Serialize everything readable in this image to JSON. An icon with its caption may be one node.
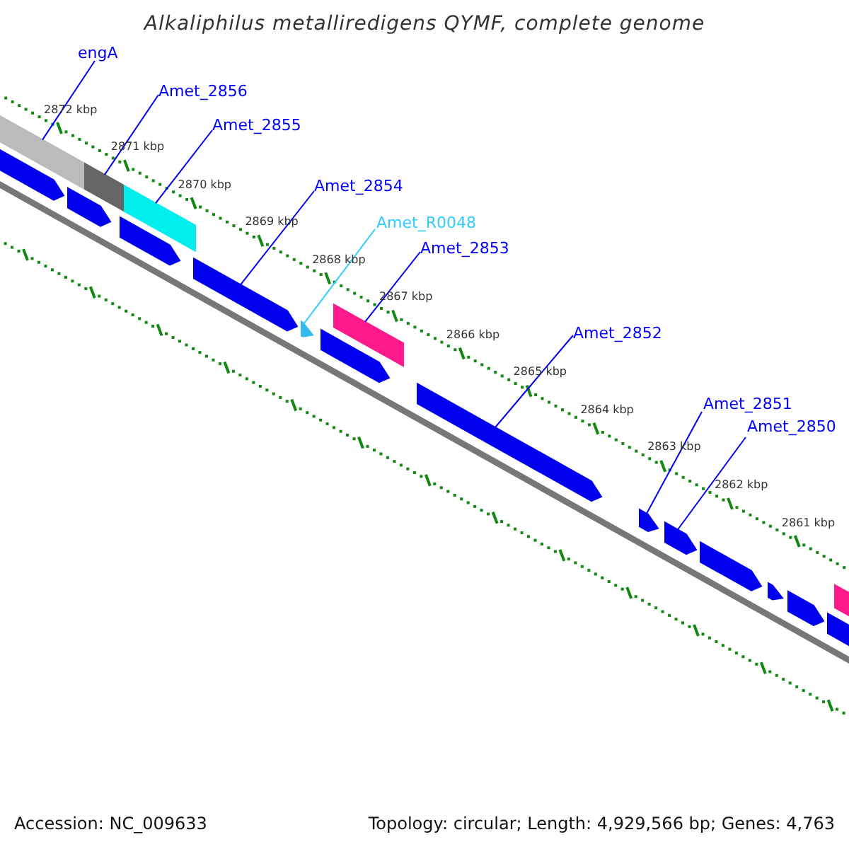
{
  "diagram": {
    "title": "Alkaliphilus metalliredigens QYMF, complete genome",
    "nodes": [
      {
        "text": [
          "engA"
        ]
      },
      {
        "text": [
          "Amet_2856"
        ]
      },
      {
        "text": [
          "Amet_2855"
        ]
      },
      {
        "text": [
          "Amet_2854"
        ]
      },
      {
        "text": [
          "Amet_R0048"
        ]
      },
      {
        "text": [
          "Amet_2853"
        ]
      },
      {
        "text": [
          "Amet_2852"
        ]
      },
      {
        "text": [
          "Amet_2851"
        ]
      },
      {
        "text": [
          "Amet_2850"
        ]
      },
      {
        "text": [],
        "shape": "bar"
      },
      {
        "text": [],
        "shape": "pentagon"
      },
      {
        "text": [],
        "shape": "pentagon"
      },
      {
        "text": [],
        "shape": "bar"
      },
      {
        "text": [],
        "shape": "pentagon"
      },
      {
        "text": [],
        "shape": "bar"
      },
      {
        "text": [],
        "shape": "pentagon"
      },
      {
        "text": [],
        "shape": "pentagon"
      },
      {
        "text": [],
        "shape": "pentagon"
      },
      {
        "text": [],
        "shape": "bar"
      },
      {
        "text": [],
        "shape": "pentagon"
      },
      {
        "text": [],
        "shape": "pentagon"
      },
      {
        "text": [],
        "shape": "pentagon"
      },
      {
        "text": [],
        "shape": "pentagon"
      },
      {
        "text": [],
        "shape": "pentagon"
      },
      {
        "text": [],
        "shape": "pentagon"
      },
      {
        "text": [],
        "shape": "pentagon"
      },
      {
        "text": [],
        "shape": "bar"
      }
    ],
    "edges": [
      {
        "from": 0,
        "to": 9,
        "arrow": "none"
      },
      {
        "from": 1,
        "to": 12,
        "arrow": "none"
      },
      {
        "from": 2,
        "to": 14,
        "arrow": "none"
      },
      {
        "from": 3,
        "to": 15,
        "arrow": "none"
      },
      {
        "from": 4,
        "to": 16,
        "arrow": "none",
        "color": "#33ccff"
      },
      {
        "from": 5,
        "to": 18,
        "arrow": "none"
      },
      {
        "from": 6,
        "to": 19,
        "arrow": "none"
      },
      {
        "from": 7,
        "to": 20,
        "arrow": "none"
      },
      {
        "from": 8,
        "to": 21,
        "arrow": "none"
      }
    ],
    "labels": [
      "2872 kbp",
      "2871 kbp",
      "2870 kbp",
      "2869 kbp",
      "2868 kbp",
      "2867 kbp",
      "2866 kbp",
      "2865 kbp",
      "2864 kbp",
      "2863 kbp",
      "2862 kbp",
      "2861 kbp",
      "Accession: NC_009633",
      "Topology: circular; Length: 4,929,566 bp; Genes: 4,763"
    ]
  }
}
